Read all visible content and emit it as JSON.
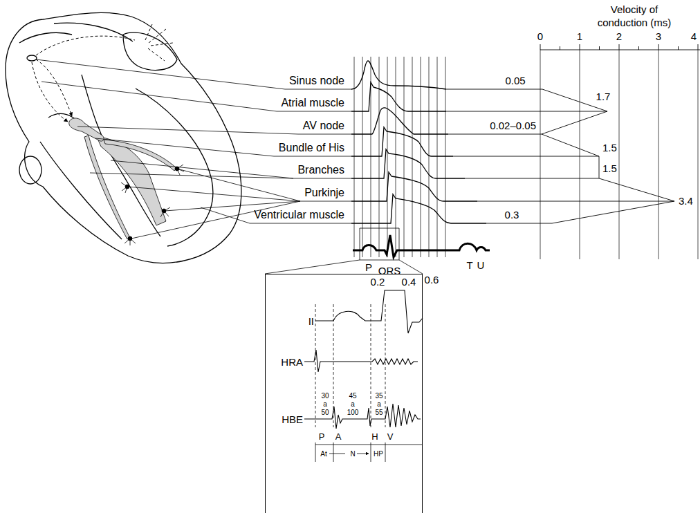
{
  "diagram": {
    "nodes": [
      {
        "text": [
          "0.2",
          "0.4",
          "II",
          "HRA",
          "HBE",
          "30 a 50",
          "45 a 100",
          "35 a 55",
          "P",
          "A",
          "H",
          "V",
          "At",
          "N",
          "HP"
        ]
      }
    ],
    "labels": [
      "Velocity of conduction (ms)",
      "0",
      "1",
      "2",
      "3",
      "4",
      "Sinus node",
      "Atrial muscle",
      "AV node",
      "Bundle of His",
      "Branches",
      "Purkinje",
      "Ventricular muscle",
      "0.05",
      "1.7",
      "0.02–0.05",
      "1.5",
      "1.5",
      "3.4",
      "0.3",
      "P",
      "ORS",
      "T",
      "U",
      "0.6"
    ]
  }
}
